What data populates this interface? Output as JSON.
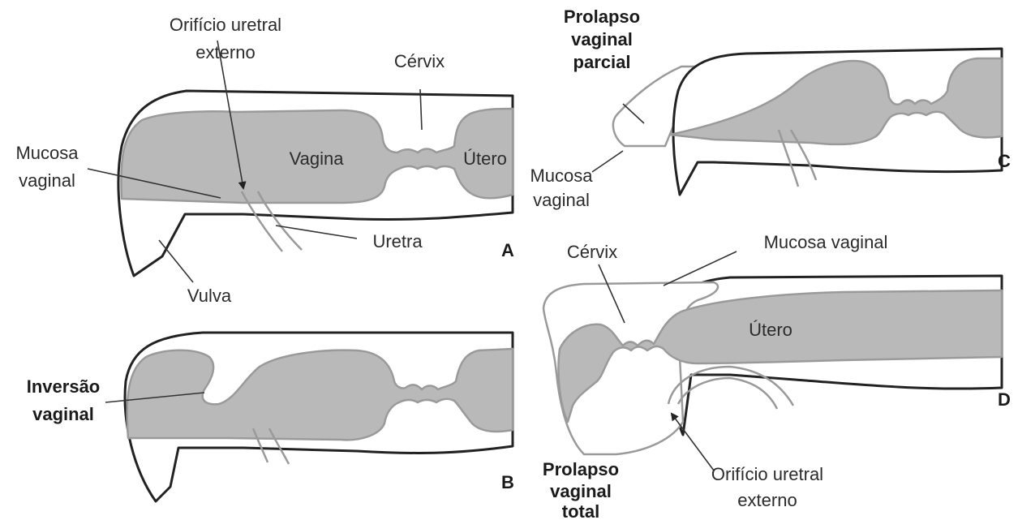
{
  "panels": {
    "A": {
      "letter": "A",
      "labels": {
        "orificio_line1": "Orifício uretral",
        "orificio_line2": "externo",
        "cervix": "Cérvix",
        "mucosa_line1": "Mucosa",
        "mucosa_line2": "vaginal",
        "vagina": "Vagina",
        "utero": "Útero",
        "uretra": "Uretra",
        "vulva": "Vulva"
      }
    },
    "B": {
      "letter": "B",
      "labels": {
        "inversao_line1": "Inversão",
        "inversao_line2": "vaginal"
      }
    },
    "C": {
      "letter": "C",
      "labels": {
        "prolapso_line1": "Prolapso",
        "prolapso_line2": "vaginal",
        "prolapso_line3": "parcial",
        "mucosa_line1": "Mucosa",
        "mucosa_line2": "vaginal"
      }
    },
    "D": {
      "letter": "D",
      "labels": {
        "cervix": "Cérvix",
        "mucosa": "Mucosa vaginal",
        "utero": "Útero",
        "prolapso_line1": "Prolapso",
        "prolapso_line2": "vaginal",
        "prolapso_line3": "total",
        "orificio_line1": "Orifício uretral",
        "orificio_line2": "externo"
      }
    }
  }
}
